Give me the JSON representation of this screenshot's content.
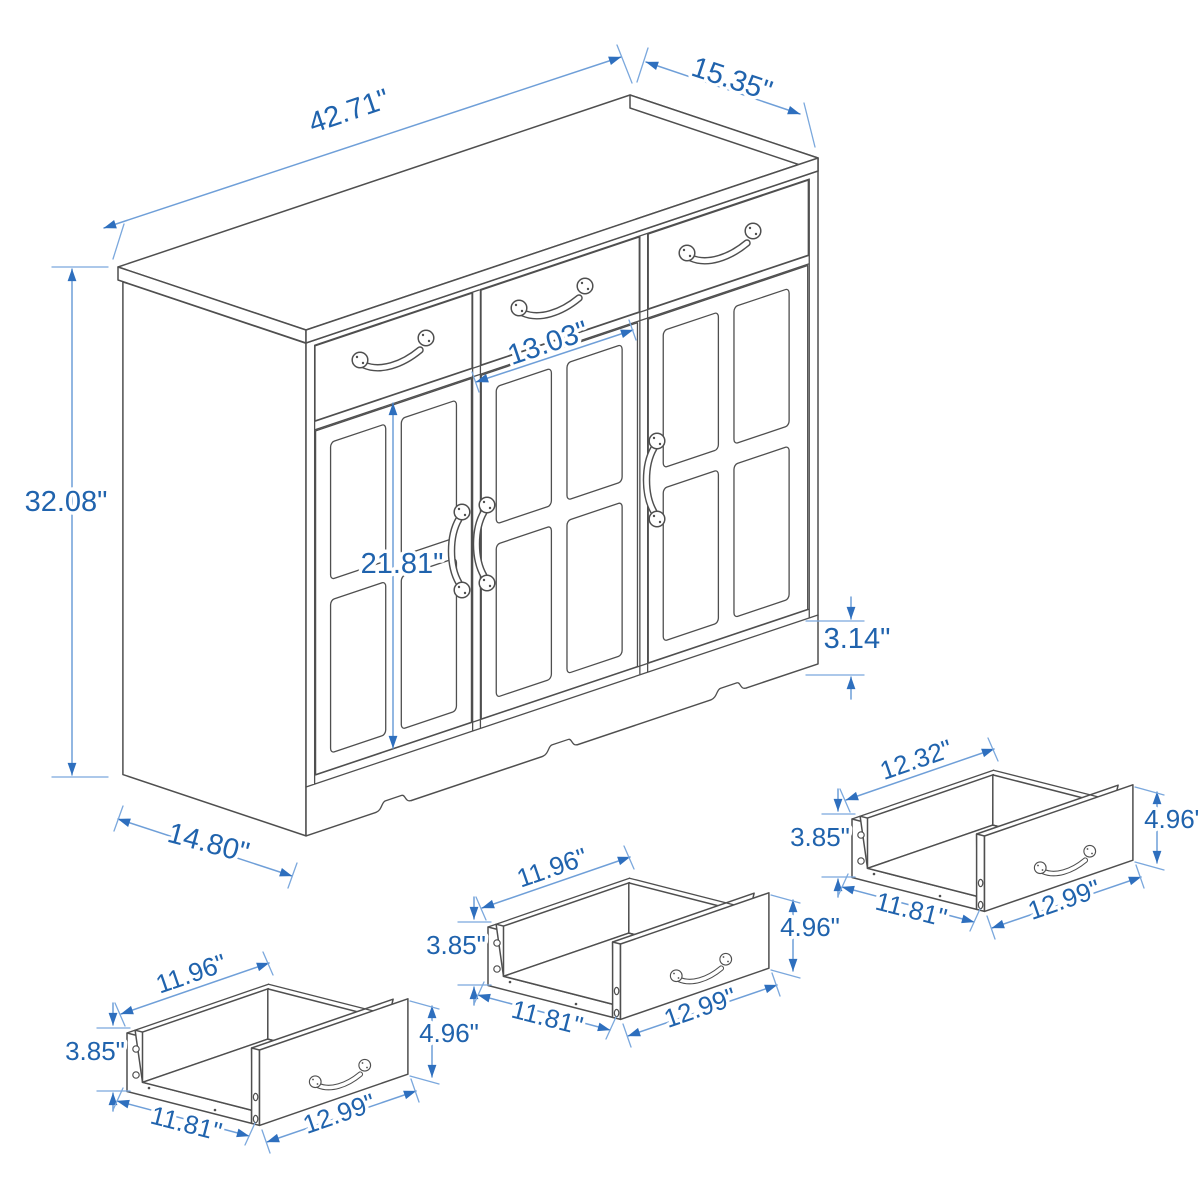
{
  "page": {
    "background": "#ffffff",
    "description": "Dimension diagram of a sideboard cabinet with 3 drawers and 3 glass-panel doors, plus three removable drawer boxes"
  },
  "colors": {
    "line_art": "#4f4f4f",
    "dim_line": "#6f9fd8",
    "dim_arrow": "#2e6fbe",
    "dim_text": "#2063ad",
    "background": "#ffffff"
  },
  "cabinet": {
    "overall_width": "42.71\"",
    "overall_depth": "15.35\"",
    "overall_height": "32.08\"",
    "door_width": "13.03\"",
    "door_height": "21.81\"",
    "base_height": "3.14\"",
    "base_depth": "14.80\""
  },
  "drawers": [
    {
      "name": "drawer-left",
      "back_width": "11.96\"",
      "side_height": "3.85\"",
      "front_height": "4.96\"",
      "side_depth": "11.81\"",
      "front_width": "12.99\""
    },
    {
      "name": "drawer-middle",
      "back_width": "11.96\"",
      "side_height": "3.85\"",
      "front_height": "4.96\"",
      "side_depth": "11.81\"",
      "front_width": "12.99\""
    },
    {
      "name": "drawer-right",
      "back_width": "12.32\"",
      "side_height": "3.85\"",
      "front_height": "4.96\"",
      "side_depth": "11.81\"",
      "front_width": "12.99\""
    }
  ]
}
